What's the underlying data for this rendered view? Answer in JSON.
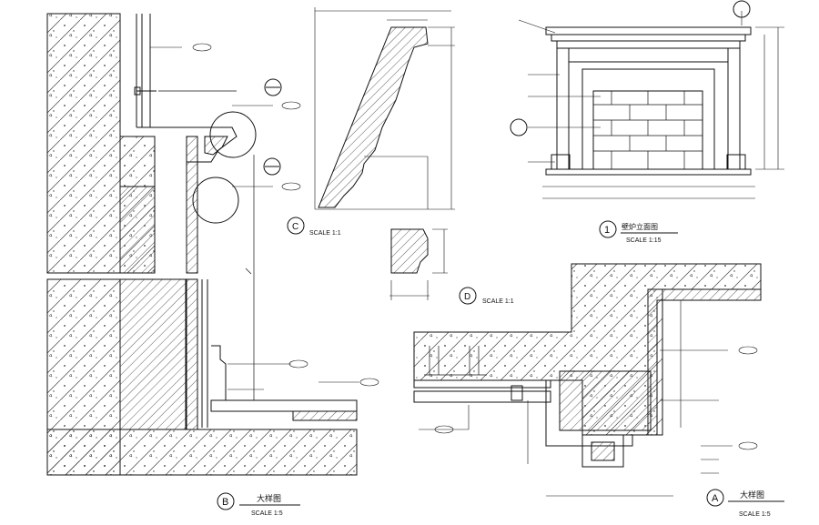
{
  "details": {
    "B": {
      "marker": "B",
      "title": "大样图",
      "scale": "SCALE 1:5"
    },
    "A": {
      "marker": "A",
      "title": "大样图",
      "scale": "SCALE 1:5"
    },
    "C": {
      "marker": "C",
      "scale": "SCALE 1:1"
    },
    "D": {
      "marker": "D",
      "scale": "SCALE 1:1"
    },
    "E": {
      "marker": "1",
      "title": "壁炉立面图",
      "scale": "SCALE 1:15"
    }
  }
}
